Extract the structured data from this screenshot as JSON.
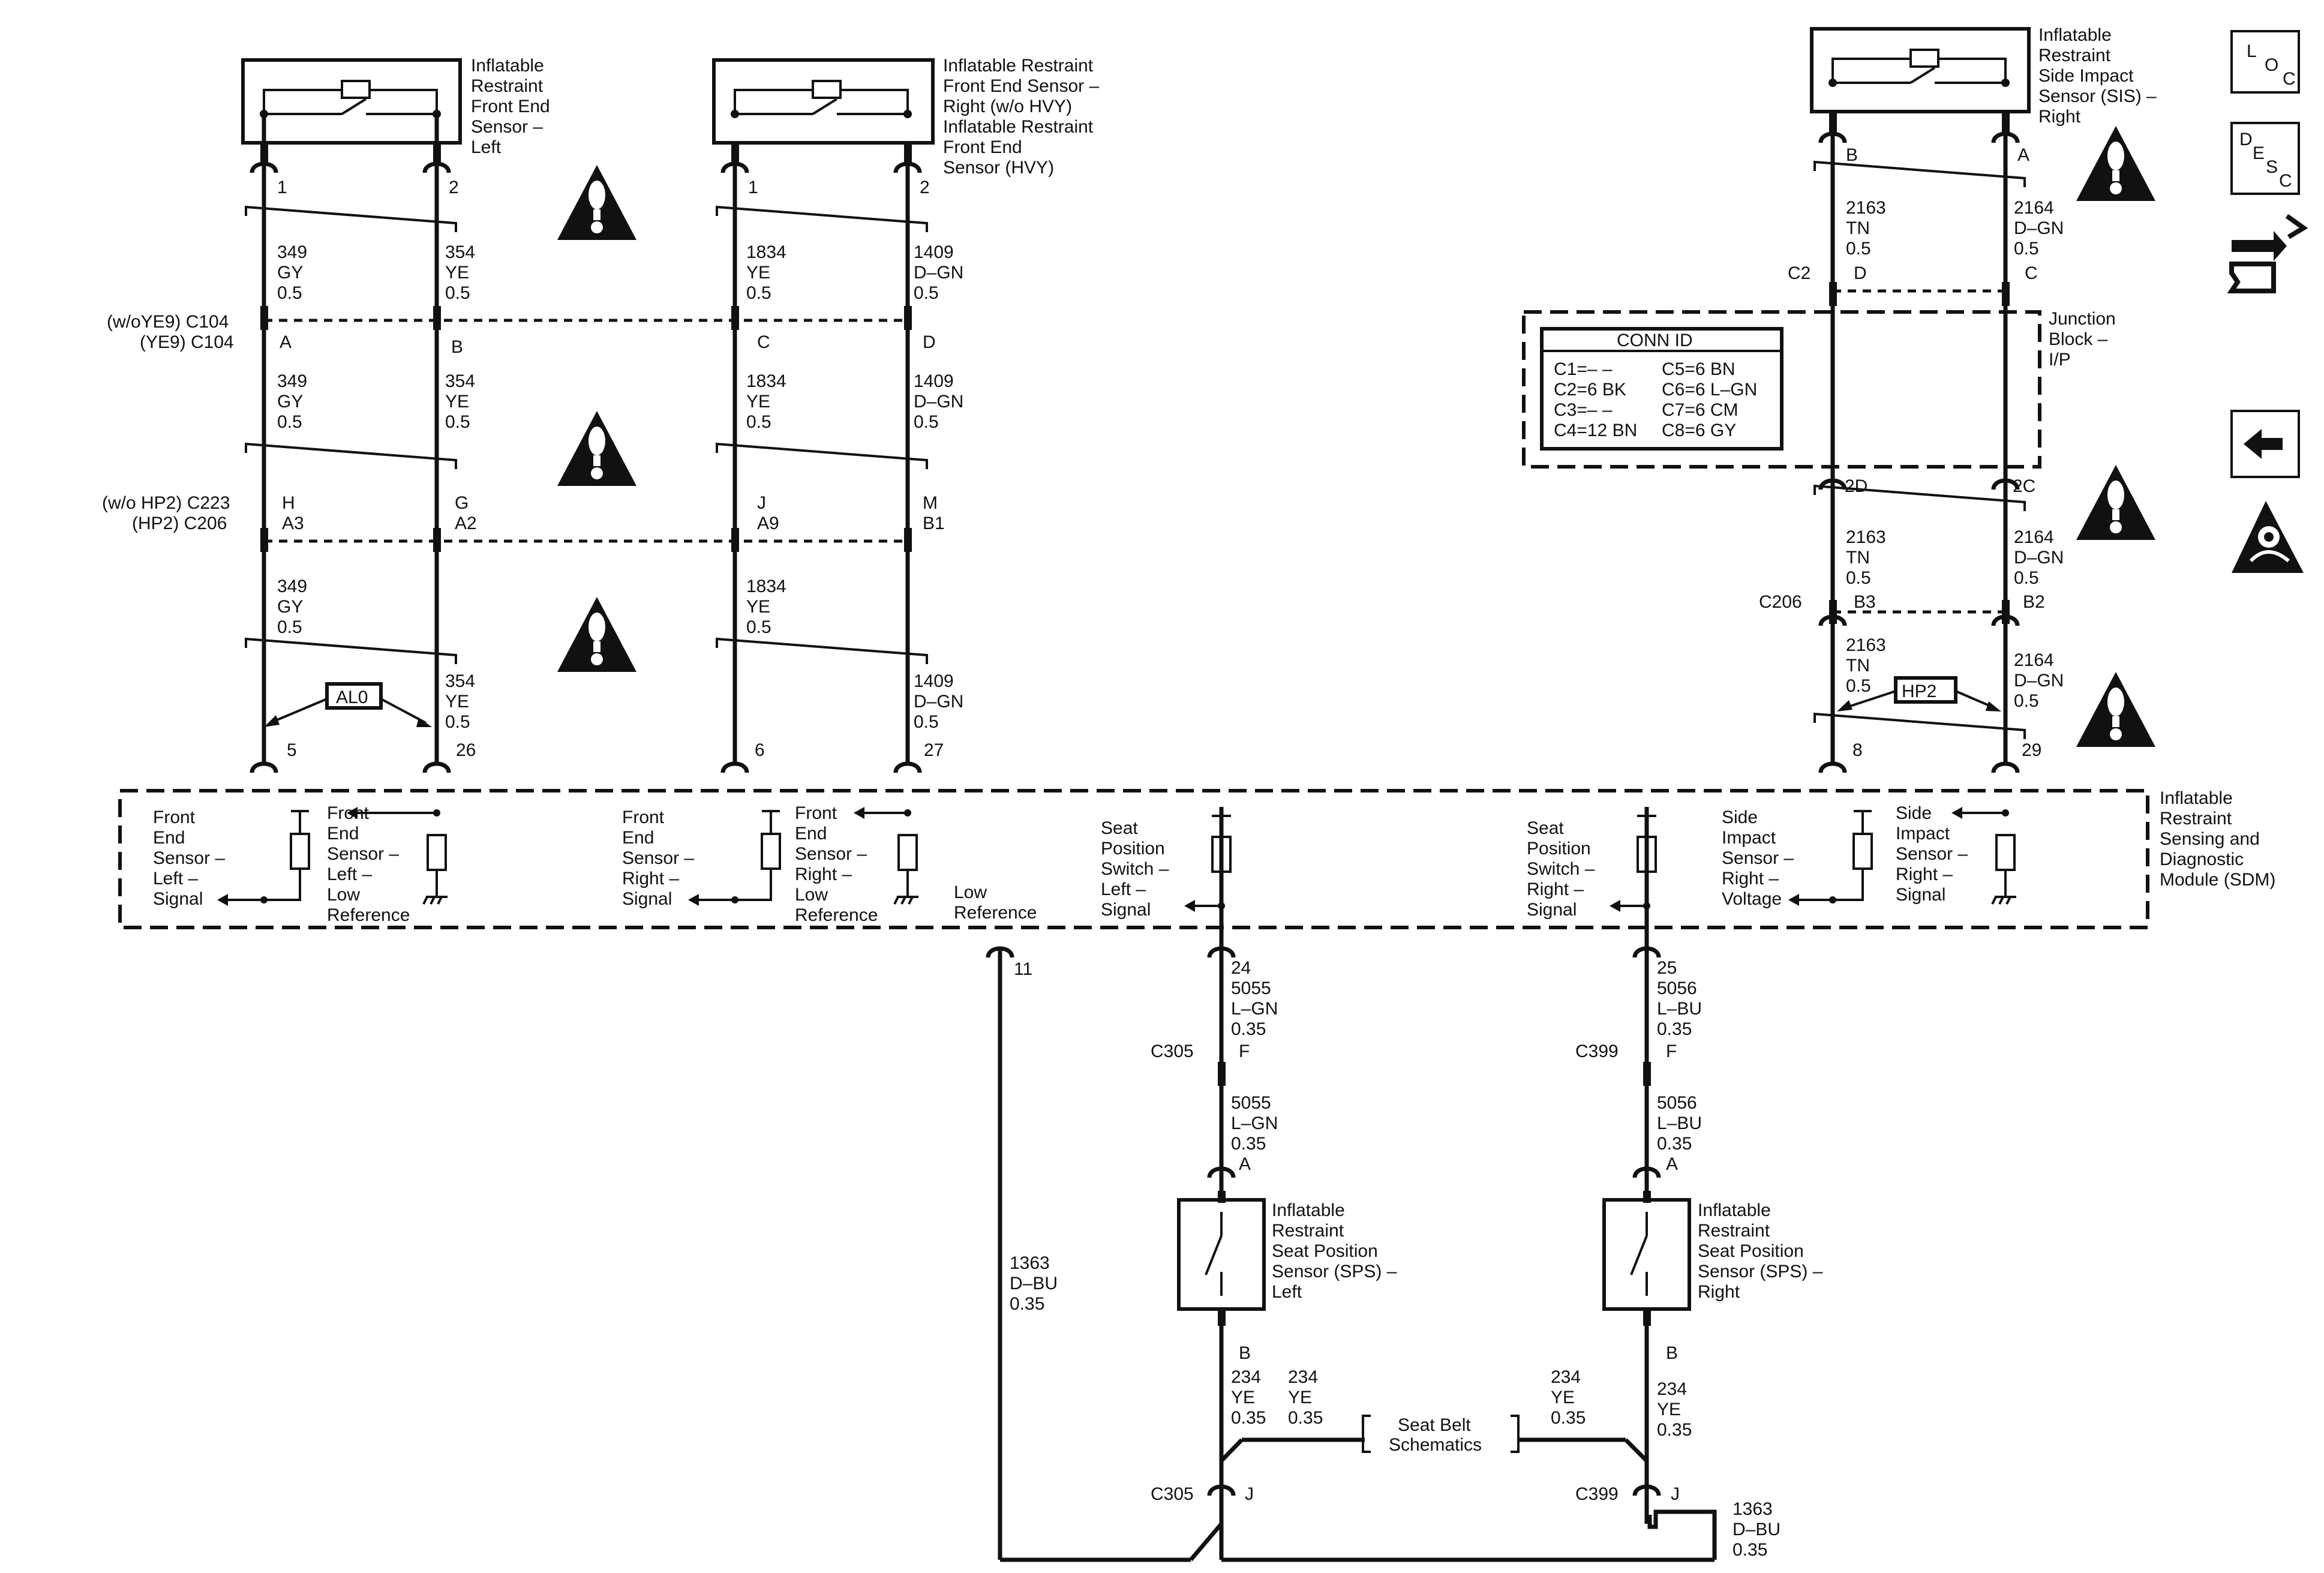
{
  "components": {
    "front_left": [
      "Inflatable",
      "Restraint",
      "Front End",
      "Sensor –",
      "Left"
    ],
    "front_right": [
      "Inflatable Restraint",
      "Front End Sensor –",
      "Right (w/o HVY)",
      "Inflatable Restraint",
      "Front End",
      "Sensor (HVY)"
    ],
    "side_right": [
      "Inflatable",
      "Restraint",
      "Side Impact",
      "Sensor (SIS) –",
      "Right"
    ],
    "junction_block": [
      "Junction",
      "Block –",
      "I/P"
    ],
    "sdm": [
      "Inflatable",
      "Restraint",
      "Sensing and",
      "Diagnostic",
      "Module (SDM)"
    ],
    "sps_left": [
      "Inflatable",
      "Restraint",
      "Seat Position",
      "Sensor (SPS) –",
      "Left"
    ],
    "sps_right": [
      "Inflatable",
      "Restraint",
      "Seat Position",
      "Sensor (SPS) –",
      "Right"
    ],
    "seat_belt": [
      "Seat Belt",
      "Schematics"
    ]
  },
  "conn_id": {
    "title": "CONN ID",
    "left": [
      "C1=– –",
      "C2=6 BK",
      "C3=– –",
      "C4=12 BN"
    ],
    "right": [
      "C5=6 BN",
      "C6=6 L–GN",
      "C7=6 CM",
      "C8=6 GY"
    ]
  },
  "connectors": {
    "c104_a": "(w/oYE9) C104",
    "c104_b": "(YE9) C104",
    "c223": "(w/o HP2) C223",
    "c206": "(HP2) C206",
    "c2": "C2",
    "c206_r": "C206",
    "c305a": "C305",
    "c399a": "C399",
    "c305b": "C305",
    "c399b": "C399"
  },
  "pins": {
    "p1a": "1",
    "p2a": "2",
    "p1b": "1",
    "p2b": "2",
    "B_top": "B",
    "A_top": "A",
    "A": "A",
    "B": "B",
    "C": "C",
    "D": "D",
    "H": "H",
    "G": "G",
    "J": "J",
    "M": "M",
    "A3": "A3",
    "A2": "A2",
    "A9": "A9",
    "B1": "B1",
    "D_r": "D",
    "C_r": "C",
    "2D": "2D",
    "2C": "2C",
    "B3": "B3",
    "B2": "B2",
    "5": "5",
    "26": "26",
    "6": "6",
    "27": "27",
    "8": "8",
    "29": "29",
    "11": "11",
    "24": "24",
    "25": "25",
    "F1": "F",
    "F2": "F",
    "A1": "A",
    "A2b": "A",
    "Bsps1": "B",
    "Bsps2": "B",
    "J1": "J",
    "J2": "J"
  },
  "wires": {
    "w349": [
      "349",
      "GY",
      "0.5"
    ],
    "w354": [
      "354",
      "YE",
      "0.5"
    ],
    "w1834": [
      "1834",
      "YE",
      "0.5"
    ],
    "w1409": [
      "1409",
      "D–GN",
      "0.5"
    ],
    "w2163": [
      "2163",
      "TN",
      "0.5"
    ],
    "w2164": [
      "2164",
      "D–GN",
      "0.5"
    ],
    "w5055": [
      "5055",
      "L–GN",
      "0.35"
    ],
    "w5056": [
      "5056",
      "L–BU",
      "0.35"
    ],
    "w1363": [
      "1363",
      "D–BU",
      "0.35"
    ],
    "w234": [
      "234",
      "YE",
      "0.35"
    ]
  },
  "options": {
    "al0": "AL0",
    "hp2": "HP2"
  },
  "sdm_signals": {
    "fl_signal": [
      "Front",
      "End",
      "Sensor –",
      "Left –",
      "Signal"
    ],
    "fl_lowref": [
      "Front",
      "End",
      "Sensor –",
      "Left –",
      "Low",
      "Reference"
    ],
    "fr_signal": [
      "Front",
      "End",
      "Sensor –",
      "Right –",
      "Signal"
    ],
    "fr_lowref": [
      "Front",
      "End",
      "Sensor –",
      "Right –",
      "Low",
      "Reference"
    ],
    "low_ref": [
      "Low",
      "Reference"
    ],
    "sps_l": [
      "Seat",
      "Position",
      "Switch –",
      "Left –",
      "Signal"
    ],
    "sps_r": [
      "Seat",
      "Position",
      "Switch –",
      "Right –",
      "Signal"
    ],
    "sis_voltage": [
      "Side",
      "Impact",
      "Sensor –",
      "Right –",
      "Voltage"
    ],
    "sis_signal": [
      "Side",
      "Impact",
      "Sensor –",
      "Right –",
      "Signal"
    ]
  },
  "icons": {
    "loc": [
      "L",
      "O",
      "C"
    ],
    "desc": [
      "D",
      "E",
      "S",
      "C"
    ]
  }
}
